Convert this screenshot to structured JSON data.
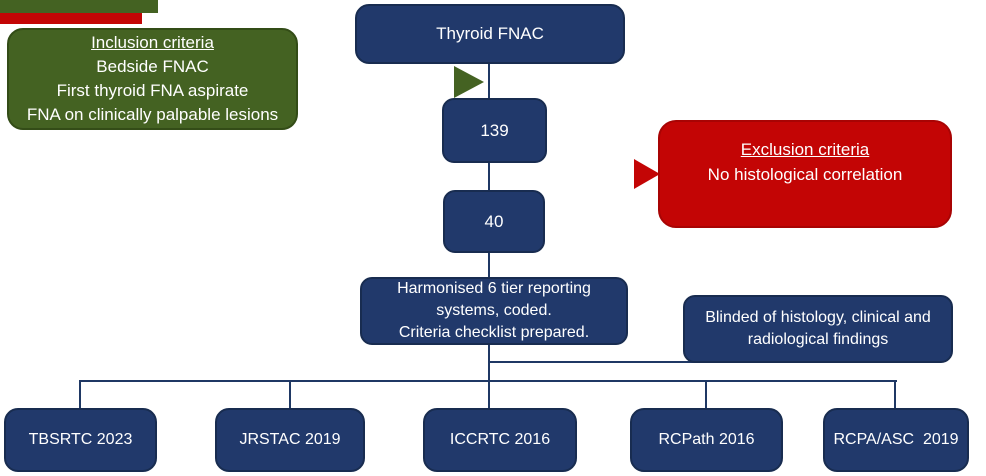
{
  "diagram": {
    "top_box": {
      "label": "Thyroid FNAC"
    },
    "inclusion_box": {
      "title": "Inclusion criteria",
      "lines": [
        "Bedside FNAC",
        "First thyroid FNA aspirate",
        "FNA on clinically palpable lesions"
      ]
    },
    "count_139": "139",
    "count_40": "40",
    "exclusion_box": {
      "title": "Exclusion criteria",
      "line": "No histological correlation"
    },
    "harmonised_box": {
      "line1": "Harmonised 6 tier reporting systems, coded.",
      "line2": "Criteria checklist prepared."
    },
    "blinded_box": {
      "label": "Blinded of histology, clinical and radiological findings"
    },
    "systems": [
      {
        "label": "TBSRTC 2023"
      },
      {
        "label": "JRSTAC 2019"
      },
      {
        "label": "ICCRTC 2016"
      },
      {
        "label": "RCPath 2016"
      },
      {
        "label": "RCPA/ASC  2019"
      }
    ],
    "colors": {
      "navy_fill": "#21396b",
      "navy_border": "#182c50",
      "green_fill": "#446222",
      "green_border": "#334c17",
      "red_fill": "#c30505",
      "connector": "#1f3864",
      "text": "#ffffff",
      "background": "#ffffff"
    }
  }
}
